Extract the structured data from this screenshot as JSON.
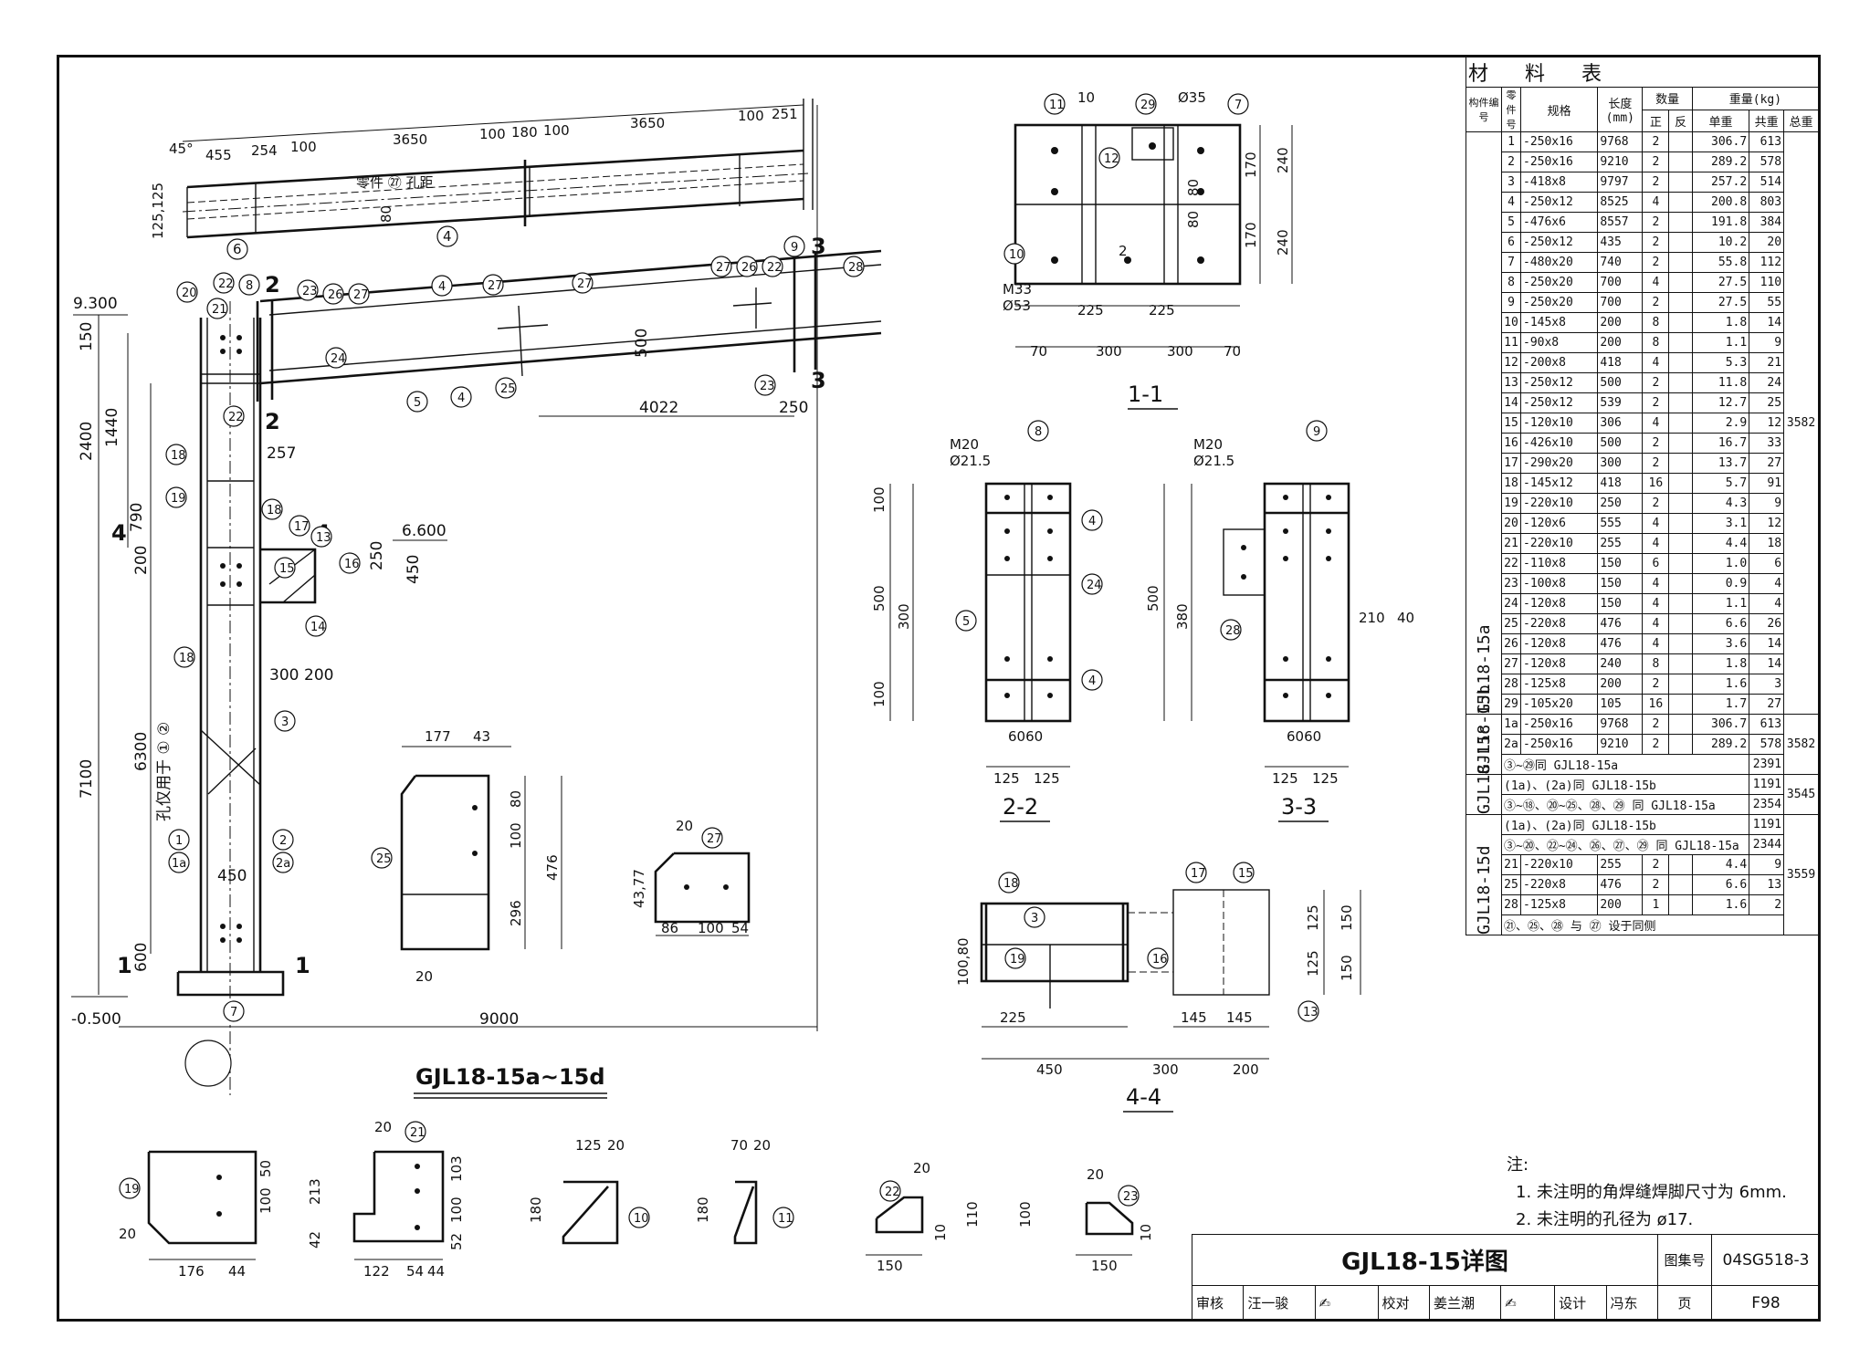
{
  "drawing": {
    "main_title": "GJL18-15a~15d",
    "section_1": "1-1",
    "section_2": "2-2",
    "section_3": "3-3",
    "section_4": "4-4",
    "parts_spacing_label": "零件 ㉗ 孔距",
    "hole_note": "孔仅用于 ① ②",
    "elev_top": "9.300",
    "elev_mid": "6.600",
    "elev_bottom": "-0.500",
    "dims": {
      "span": "9000",
      "d4022": "4022",
      "d250": "250",
      "d500": "500",
      "d3650a": "3650",
      "d3650b": "3650",
      "d455": "455",
      "d254": "254",
      "d100a": "100",
      "d100b": "100",
      "d180": "180",
      "d100c": "100",
      "d100d": "100",
      "d251": "251",
      "h2400": "2400",
      "h1440": "1440",
      "h790": "790",
      "h7100": "7100",
      "h6300": "6300",
      "h600": "600",
      "h150": "150",
      "h200": "200",
      "w450": "450",
      "w257": "257",
      "w300": "300",
      "w200": "200",
      "a45": "45°",
      "h450": "450",
      "h250": "250",
      "h125": "125,125",
      "h80": "80"
    },
    "sec11": {
      "m33": "M33",
      "d53": "Ø53",
      "d35": "Ø35",
      "d225a": "225",
      "d225b": "225",
      "d70a": "70",
      "d300a": "300",
      "d300b": "300",
      "d70b": "70",
      "d170a": "170",
      "d170b": "170",
      "d240a": "240",
      "d240b": "240",
      "d80a": "80",
      "d80b": "80",
      "weld10": "10",
      "weld2": "2"
    },
    "sec22": {
      "m20": "M20",
      "d215": "Ø21.5",
      "d500": "500",
      "d300": "300",
      "d125a": "125",
      "d125b": "125",
      "d6060": "6060",
      "d100a": "100",
      "d100b": "100"
    },
    "sec33": {
      "m20": "M20",
      "d215": "Ø21.5",
      "d500": "500",
      "d380": "380",
      "d125a": "125",
      "d125b": "125",
      "d6060": "6060",
      "d210": "210",
      "d40": "40"
    },
    "sec44": {
      "d450": "450",
      "d300": "300",
      "d200": "200",
      "d225": "225",
      "d145a": "145",
      "d145b": "145",
      "d150a": "150",
      "d150b": "150",
      "d125a": "125",
      "d125b": "125",
      "d10080": "100,80"
    },
    "part25": {
      "d177": "177",
      "d43": "43",
      "d80": "80",
      "d100": "100",
      "d296": "296",
      "d476": "476",
      "d20": "20"
    },
    "part27": {
      "d86": "86",
      "d100": "100",
      "d54": "54",
      "d4377": "43,77",
      "d20": "20"
    },
    "part19": {
      "d176": "176",
      "d44": "44",
      "d50": "50",
      "d100": "100",
      "d20": "20"
    },
    "part21": {
      "d122": "122",
      "d54": "54",
      "d44": "44",
      "d213": "213",
      "d42": "42",
      "d103": "103",
      "d100": "100",
      "d52": "52",
      "d20": "20"
    },
    "part10": {
      "d125": "125",
      "d20": "20",
      "d180": "180"
    },
    "part11": {
      "d70": "70",
      "d20": "20",
      "d180": "180"
    },
    "part22": {
      "d150": "150",
      "d20": "20",
      "d110": "110",
      "d10": "10"
    },
    "part23": {
      "d150": "150",
      "d20": "20",
      "d100": "100",
      "d10": "10"
    }
  },
  "material_table": {
    "title": "材料表",
    "headers": {
      "member_id": "构件编号",
      "part_no": "零件号",
      "spec": "规格",
      "length": "长度(mm)",
      "qty": "数量",
      "qty_pos": "正",
      "qty_neg": "反",
      "weight": "重量(kg)",
      "unit_w": "单重",
      "total_w": "共重",
      "sum_w": "总重"
    },
    "group_a": {
      "id": "GJL18-15a",
      "total": "3582",
      "rows": [
        [
          "1",
          "-250x16",
          "9768",
          "2",
          "",
          "306.7",
          "613"
        ],
        [
          "2",
          "-250x16",
          "9210",
          "2",
          "",
          "289.2",
          "578"
        ],
        [
          "3",
          "-418x8",
          "9797",
          "2",
          "",
          "257.2",
          "514"
        ],
        [
          "4",
          "-250x12",
          "8525",
          "4",
          "",
          "200.8",
          "803"
        ],
        [
          "5",
          "-476x6",
          "8557",
          "2",
          "",
          "191.8",
          "384"
        ],
        [
          "6",
          "-250x12",
          "435",
          "2",
          "",
          "10.2",
          "20"
        ],
        [
          "7",
          "-480x20",
          "740",
          "2",
          "",
          "55.8",
          "112"
        ],
        [
          "8",
          "-250x20",
          "700",
          "4",
          "",
          "27.5",
          "110"
        ],
        [
          "9",
          "-250x20",
          "700",
          "2",
          "",
          "27.5",
          "55"
        ],
        [
          "10",
          "-145x8",
          "200",
          "8",
          "",
          "1.8",
          "14"
        ],
        [
          "11",
          "-90x8",
          "200",
          "8",
          "",
          "1.1",
          "9"
        ],
        [
          "12",
          "-200x8",
          "418",
          "4",
          "",
          "5.3",
          "21"
        ],
        [
          "13",
          "-250x12",
          "500",
          "2",
          "",
          "11.8",
          "24"
        ],
        [
          "14",
          "-250x12",
          "539",
          "2",
          "",
          "12.7",
          "25"
        ],
        [
          "15",
          "-120x10",
          "306",
          "4",
          "",
          "2.9",
          "12"
        ],
        [
          "16",
          "-426x10",
          "500",
          "2",
          "",
          "16.7",
          "33"
        ],
        [
          "17",
          "-290x20",
          "300",
          "2",
          "",
          "13.7",
          "27"
        ],
        [
          "18",
          "-145x12",
          "418",
          "16",
          "",
          "5.7",
          "91"
        ],
        [
          "19",
          "-220x10",
          "250",
          "2",
          "",
          "4.3",
          "9"
        ],
        [
          "20",
          "-120x6",
          "555",
          "4",
          "",
          "3.1",
          "12"
        ],
        [
          "21",
          "-220x10",
          "255",
          "4",
          "",
          "4.4",
          "18"
        ],
        [
          "22",
          "-110x8",
          "150",
          "6",
          "",
          "1.0",
          "6"
        ],
        [
          "23",
          "-100x8",
          "150",
          "4",
          "",
          "0.9",
          "4"
        ],
        [
          "24",
          "-120x8",
          "150",
          "4",
          "",
          "1.1",
          "4"
        ],
        [
          "25",
          "-220x8",
          "476",
          "4",
          "",
          "6.6",
          "26"
        ],
        [
          "26",
          "-120x8",
          "476",
          "4",
          "",
          "3.6",
          "14"
        ],
        [
          "27",
          "-120x8",
          "240",
          "8",
          "",
          "1.8",
          "14"
        ],
        [
          "28",
          "-125x8",
          "200",
          "2",
          "",
          "1.6",
          "3"
        ],
        [
          "29",
          "-105x20",
          "105",
          "16",
          "",
          "1.7",
          "27"
        ]
      ]
    },
    "group_b": {
      "id": "GJL18-15b",
      "total": "3582",
      "rows": [
        [
          "1a",
          "-250x16",
          "9768",
          "2",
          "",
          "306.7",
          "613"
        ],
        [
          "2a",
          "-250x16",
          "9210",
          "2",
          "",
          "289.2",
          "578"
        ]
      ],
      "note": "③~㉙同 GJL18-15a",
      "note_w": "2391"
    },
    "group_c": {
      "id": "GJL18-15c",
      "total": "3545",
      "note1": "(1a)、(2a)同 GJL18-15b",
      "note1_w": "1191",
      "note2": "③~⑱、⑳~㉕、㉘、㉙ 同 GJL18-15a",
      "note2_w": "2354"
    },
    "group_d": {
      "id": "GJL18-15d",
      "total": "3559",
      "note1": "(1a)、(2a)同 GJL18-15b",
      "note1_w": "1191",
      "note2": "③~⑳、㉒~㉔、㉖、㉗、㉙ 同 GJL18-15a",
      "note2_w": "2344",
      "rows": [
        [
          "21",
          "-220x10",
          "255",
          "2",
          "",
          "4.4",
          "9"
        ],
        [
          "25",
          "-220x8",
          "476",
          "2",
          "",
          "6.6",
          "13"
        ],
        [
          "28",
          "-125x8",
          "200",
          "1",
          "",
          "1.6",
          "2"
        ]
      ],
      "note3": "㉑、㉕、㉘ 与 ㉗ 设于同侧"
    }
  },
  "notes": {
    "heading": "注:",
    "n1": "1. 未注明的角焊缝焊脚尺寸为 6mm.",
    "n2": "2. 未注明的孔径为 ø17."
  },
  "title_block": {
    "title": "GJL18-15详图",
    "atlas_label": "图集号",
    "atlas_no": "04SG518-3",
    "review_label": "审核",
    "reviewer": "汪一骏",
    "check_label": "校对",
    "checker": "姜兰潮",
    "design_label": "设计",
    "designer": "冯东",
    "page_label": "页",
    "page_no": "F98"
  }
}
